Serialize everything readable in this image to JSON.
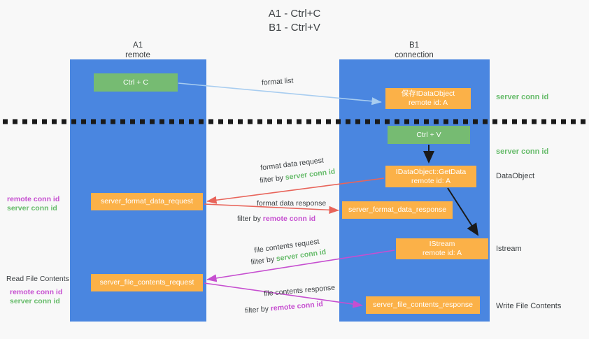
{
  "title": {
    "line1": "A1 - Ctrl+C",
    "line2": "B1 - Ctrl+V"
  },
  "columns": [
    {
      "name": "A1",
      "sub": "remote"
    },
    {
      "name": "B1",
      "sub": "connection"
    }
  ],
  "colors": {
    "lane": "#4a86e0",
    "green_box": "#76bb72",
    "orange_box": "#fbb148",
    "server_conn_id": "#66bb6a",
    "remote_conn_id": "#c64fd0",
    "arrow_blue": "#a8cdf0",
    "arrow_red": "#e8645a",
    "arrow_magenta": "#c64fd0",
    "arrow_black": "#1a1a1a",
    "background": "#f8f8f8"
  },
  "boxes": {
    "ctrl_c": {
      "line1": "Ctrl + C",
      "line2": ""
    },
    "save_idataobject": {
      "line1": "保存IDataObject",
      "line2": "remote id: A"
    },
    "ctrl_v": {
      "line1": "Ctrl + V",
      "line2": ""
    },
    "getdata": {
      "line1": "IDataObject::GetData",
      "line2": "remote id: A"
    },
    "format_data_request": {
      "line1": "server_format_data_request",
      "line2": ""
    },
    "format_data_response": {
      "line1": "server_format_data_response",
      "line2": ""
    },
    "istream": {
      "line1": "IStream",
      "line2": "remote id: A"
    },
    "file_contents_request": {
      "line1": "server_file_contents_request",
      "line2": ""
    },
    "file_contents_response": {
      "line1": "server_file_contents_response",
      "line2": ""
    }
  },
  "annotations": {
    "format_list": "format list",
    "format_data_request": "format data request",
    "format_data_request_filter_prefix": "filter by ",
    "format_data_request_filter_value": "server conn id",
    "format_data_response": "format data response",
    "format_data_response_filter_prefix": "filter by ",
    "format_data_response_filter_value": "remote conn id",
    "file_contents_request": "file contents request",
    "file_contents_request_filter_prefix": "filter by ",
    "file_contents_request_filter_value": "server conn id",
    "file_contents_response": "file contents response",
    "file_contents_response_filter_prefix": "filter by ",
    "file_contents_response_filter_value": "remote conn id"
  },
  "right_labels": {
    "server_conn_id_top": "server conn id",
    "server_conn_id_mid": "server conn id",
    "dataobject": "DataObject",
    "istream": "Istream",
    "write_file_contents": "Write File Contents"
  },
  "left_labels": {
    "conn_ids_upper": {
      "remote": "remote conn id",
      "server": "server conn id"
    },
    "read_file_contents": "Read File Contents",
    "conn_ids_lower": {
      "remote": "remote conn id",
      "server": "server conn id"
    }
  }
}
